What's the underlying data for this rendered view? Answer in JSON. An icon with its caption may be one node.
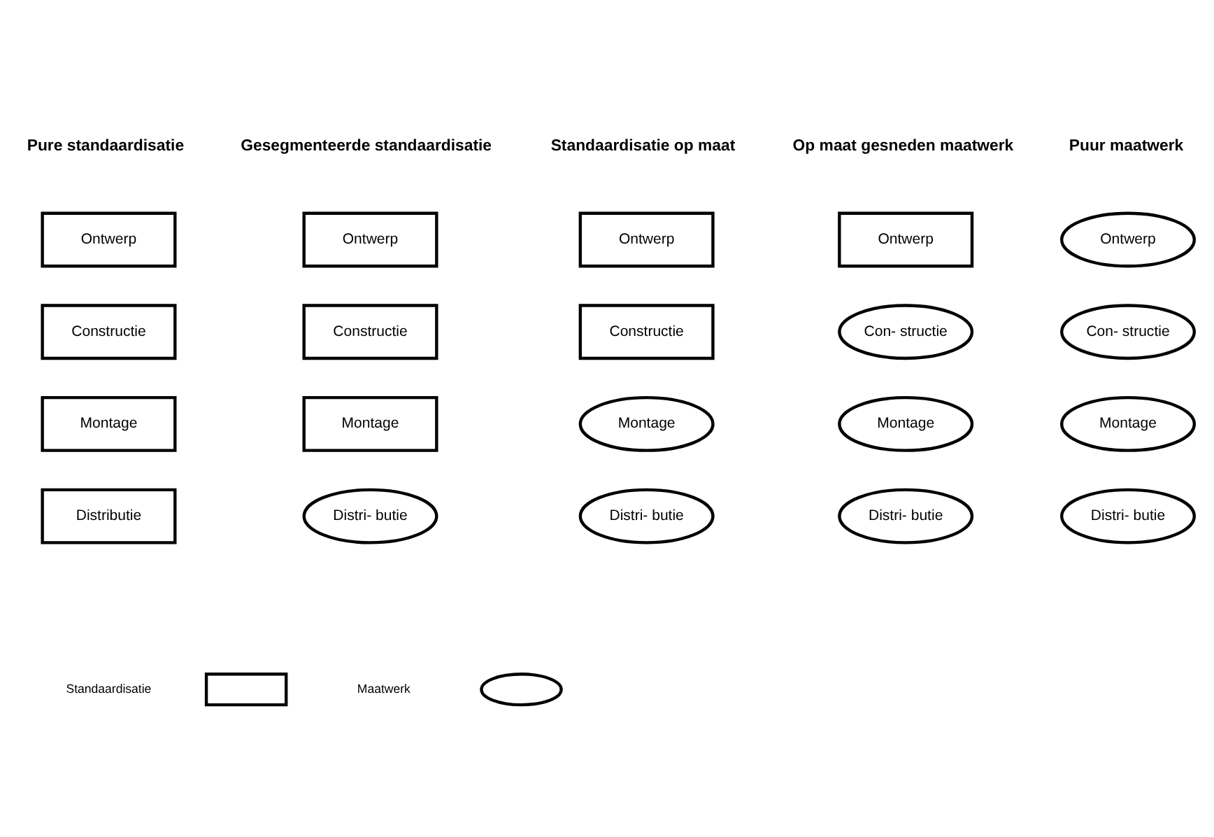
{
  "diagram": {
    "nodes": [
      {
        "text": [
          "Ontwerp"
        ]
      },
      {
        "text": [
          "Ontwerp"
        ]
      },
      {
        "text": [
          "Ontwerp"
        ]
      },
      {
        "text": [
          "Ontwerp"
        ]
      },
      {
        "text": [
          "Ontwerp"
        ]
      },
      {
        "text": [
          "Constructie"
        ]
      },
      {
        "text": [
          "Constructie"
        ]
      },
      {
        "text": [
          "Constructie"
        ]
      },
      {
        "text": [
          "Con- structie"
        ]
      },
      {
        "text": [
          "Con- structie"
        ]
      },
      {
        "text": [
          "Montage"
        ]
      },
      {
        "text": [
          "Montage"
        ]
      },
      {
        "text": [
          "Montage"
        ]
      },
      {
        "text": [
          "Montage"
        ]
      },
      {
        "text": [
          "Montage"
        ]
      },
      {
        "text": [
          "Distributie"
        ]
      },
      {
        "text": [
          "Distri- butie"
        ]
      },
      {
        "text": [
          "Distri- butie"
        ]
      },
      {
        "text": [
          "Distri- butie"
        ]
      },
      {
        "text": [
          "Distri- butie"
        ]
      },
      {
        "text": [],
        "shape": "box"
      },
      {
        "text": [],
        "shape": "ellipse"
      }
    ],
    "labels": [
      "Pure standaardisatie",
      "Gesegmenteerde standaardisatie",
      "Standaardisatie op maat",
      "Op maat gesneden maatwerk",
      "Puur maatwerk"
    ],
    "legend": [
      {
        "text": "Standaardisatie"
      },
      {
        "text": "Maatwerk"
      }
    ]
  }
}
